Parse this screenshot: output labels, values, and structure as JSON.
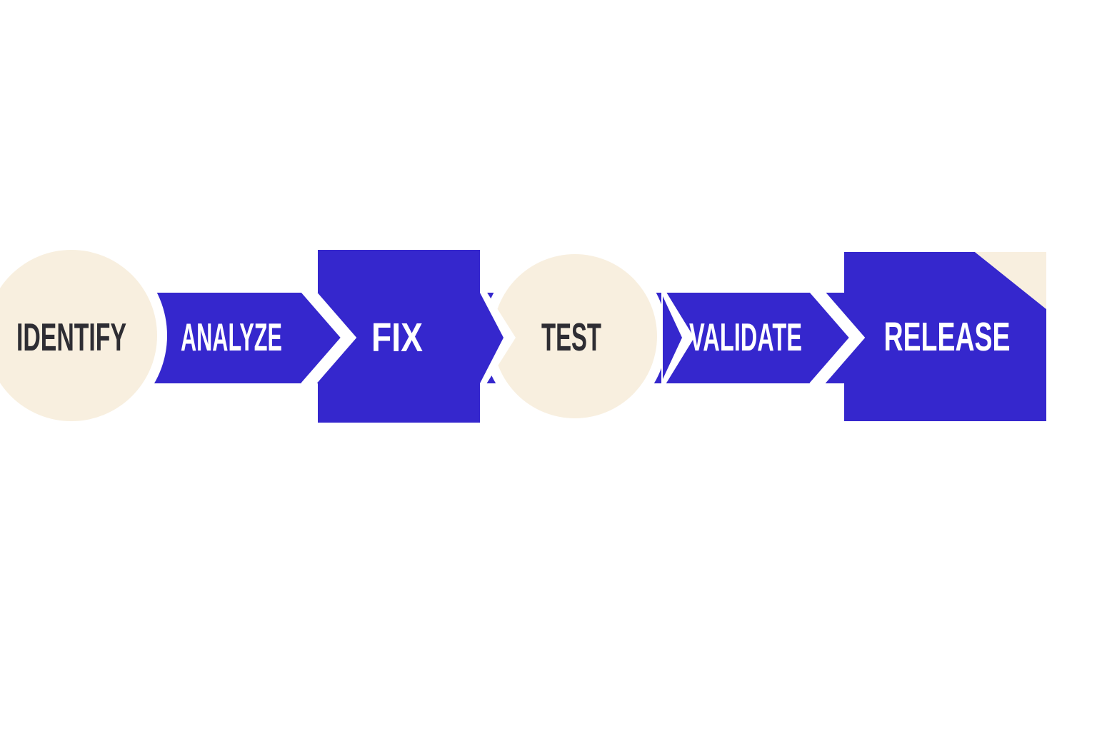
{
  "diagram": {
    "type": "process-flow",
    "background": "#ffffff",
    "colors": {
      "blue": "#3527cd",
      "cream": "#f8efdf",
      "ink": "#2e2d33",
      "white": "#ffffff"
    },
    "stages": [
      {
        "label": "IDENTIFY",
        "shape": "circle",
        "order": 1
      },
      {
        "label": "ANALYZE",
        "shape": "arrow-band",
        "order": 2
      },
      {
        "label": "FIX",
        "shape": "square",
        "order": 3
      },
      {
        "label": "TEST",
        "shape": "circle",
        "order": 4
      },
      {
        "label": "VALIDATE",
        "shape": "arrow-band",
        "order": 5
      },
      {
        "label": "RELEASE",
        "shape": "square-clipped-corner",
        "order": 6
      }
    ]
  }
}
